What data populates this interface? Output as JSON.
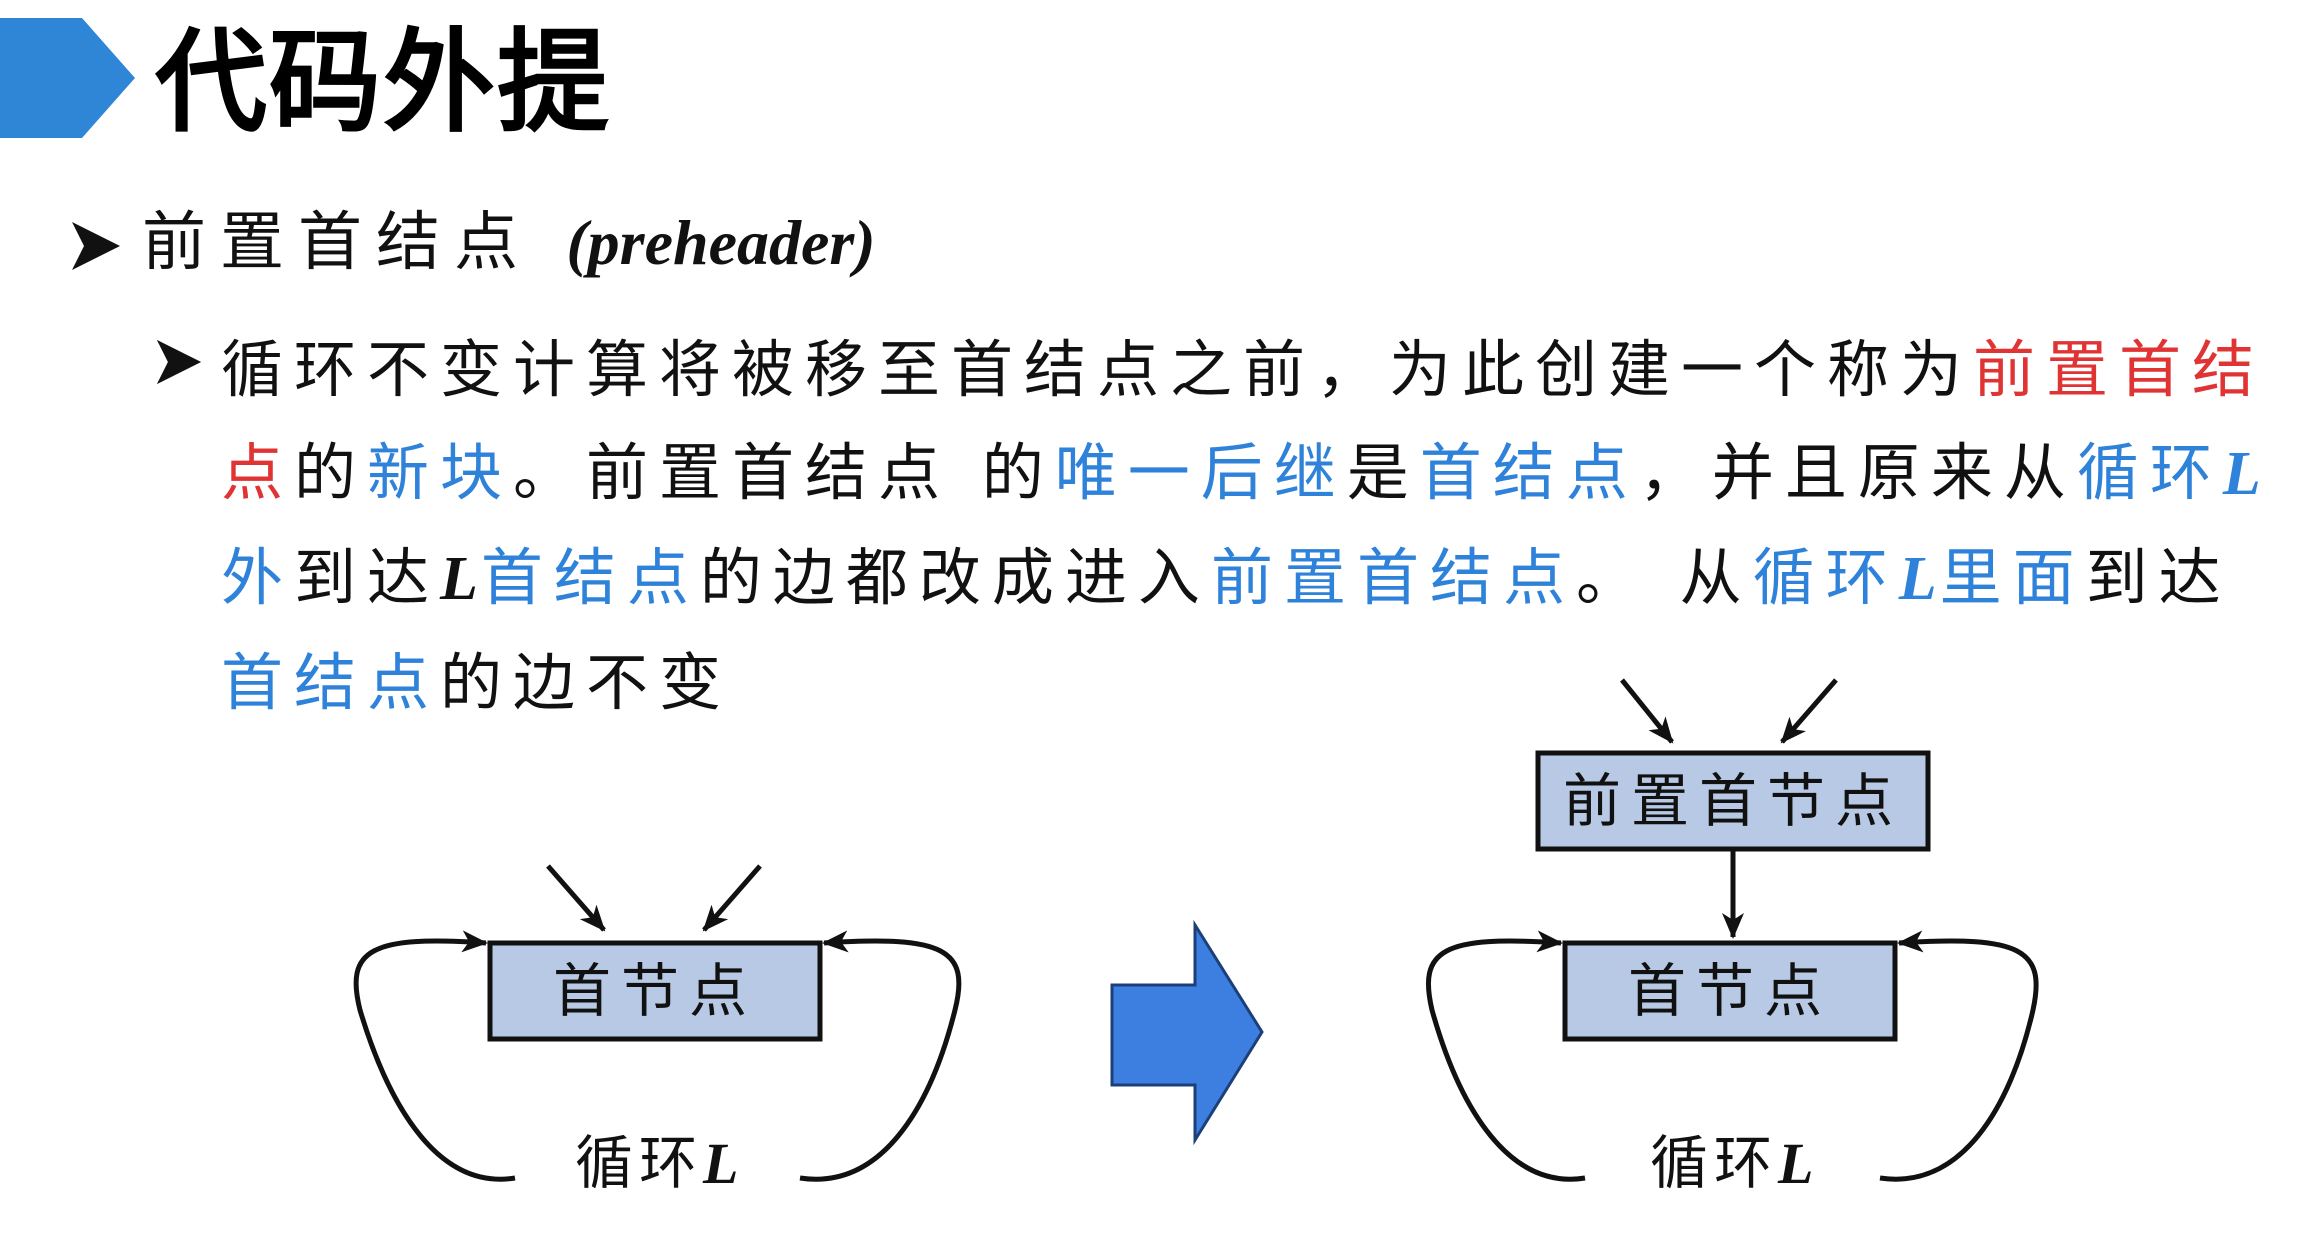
{
  "title": "代码外提",
  "bullet1": {
    "text": "前置首结点",
    "en": "(preheader)"
  },
  "bullet2": {
    "segments": [
      {
        "text": "循环不变计算将被移至首结点之前，为此创建一个称为",
        "style": "plain"
      },
      {
        "text": "前置首结点",
        "style": "red"
      },
      {
        "text": "的",
        "style": "plain"
      },
      {
        "text": "新块",
        "style": "blue"
      },
      {
        "text": "。前置首结点 的",
        "style": "plain"
      },
      {
        "text": "唯一后继",
        "style": "blue"
      },
      {
        "text": "是",
        "style": "plain"
      },
      {
        "text": "首结点",
        "style": "blue"
      },
      {
        "text": "，并且原来从",
        "style": "plain"
      },
      {
        "text": "循环",
        "style": "blue"
      },
      {
        "text": "L",
        "style": "blue-italic"
      },
      {
        "text": "外",
        "style": "blue"
      },
      {
        "text": "到达",
        "style": "plain"
      },
      {
        "text": "L",
        "style": "italic"
      },
      {
        "text": "首结点",
        "style": "blue"
      },
      {
        "text": "的边都改成进入",
        "style": "plain"
      },
      {
        "text": "前置首结点",
        "style": "blue"
      },
      {
        "text": "。 从",
        "style": "plain"
      },
      {
        "text": "循环",
        "style": "blue"
      },
      {
        "text": "L",
        "style": "blue-italic"
      },
      {
        "text": "里面",
        "style": "blue"
      },
      {
        "text": "到达",
        "style": "plain"
      },
      {
        "text": "首结点",
        "style": "blue"
      },
      {
        "text": "的边不变",
        "style": "plain"
      }
    ]
  },
  "diagram": {
    "before": {
      "header_label": "首节点",
      "loop_label_cn": "循环",
      "loop_label_var": "L"
    },
    "after": {
      "preheader_label": "前置首节点",
      "header_label": "首节点",
      "loop_label_cn": "循环",
      "loop_label_var": "L"
    }
  },
  "colors": {
    "accent_blue": "#2f82d9",
    "highlight_red": "#e03434",
    "node_fill": "#b7c9e4",
    "arrow_fill": "#3d7fe0",
    "chevron": "#2f86d6"
  }
}
